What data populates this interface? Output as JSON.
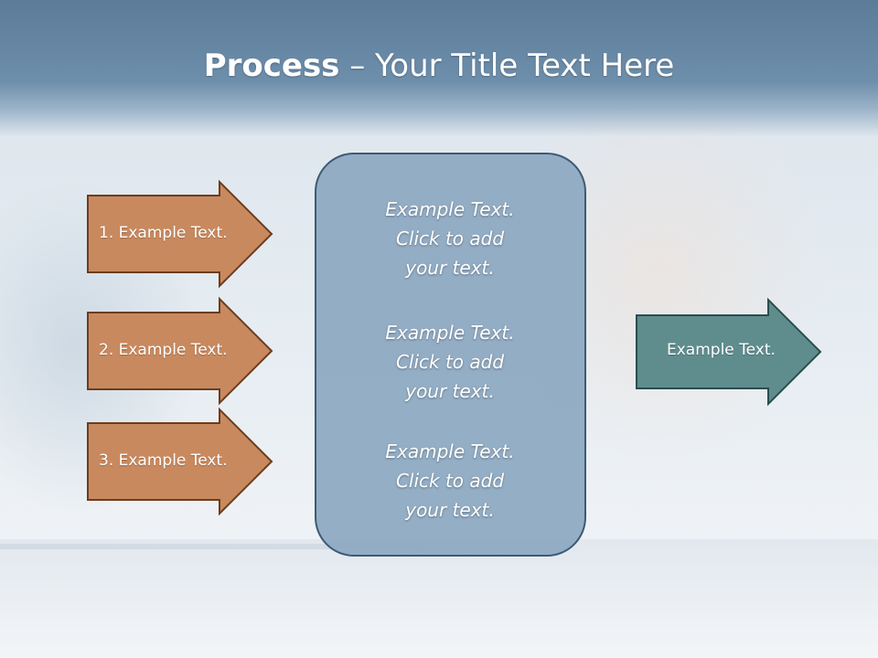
{
  "title": {
    "bold": "Process",
    "rest": " – Your Title Text Here"
  },
  "inputs": [
    {
      "label": "1. Example Text."
    },
    {
      "label": "2. Example Text."
    },
    {
      "label": "3. Example Text."
    }
  ],
  "center": {
    "blocks": [
      {
        "lines": [
          "Example Text.",
          "Click  to add",
          "your text."
        ]
      },
      {
        "lines": [
          "Example Text.",
          "Click  to add",
          "your text."
        ]
      },
      {
        "lines": [
          "Example Text.",
          "Click  to add",
          "your text."
        ]
      }
    ]
  },
  "output": {
    "label": "Example Text."
  },
  "colors": {
    "header": "#5b7b99",
    "input_arrow_fill": "#c9895e",
    "input_arrow_stroke": "#6b3d1e",
    "center_fill": "#8eaac2",
    "center_stroke": "#3d5a75",
    "output_arrow_fill": "#5f8d8e",
    "output_arrow_stroke": "#2b4d4e"
  }
}
